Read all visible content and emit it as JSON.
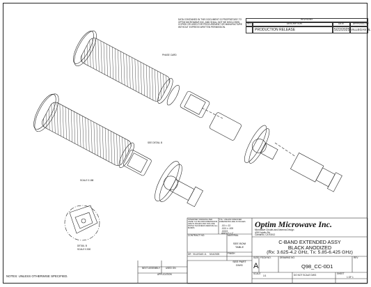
{
  "revisions": {
    "header": "REVISIONS",
    "col_rev": "REV",
    "col_desc": "DESCRIPTION",
    "col_date": "DATE",
    "col_approved": "APPROVED BY",
    "row_desc": "PRODUCTION RELEASE",
    "row_date": "5/22/2025",
    "row_approved": "VILLEGAS JL"
  },
  "proprietary_note": "DATA CONTAINED IN THIS DOCUMENT IS PROPRIETARY TO OPTIM MICROWAVE INC. AND SHALL NOT BE DISCLOSED, COPIED OR USED FOR PROCUREMENT OR MANUFACTURE WITHOUT EXPRESS WRITTEN PERMISSION.",
  "callouts": {
    "phase_card": "PHASE CARD",
    "see_detail": "SEE DETAIL  B",
    "scale_main": "SCALE  0.188",
    "detail_b": "DETAIL  B",
    "detail_scale": "SCALE  0.500"
  },
  "notes": "NOTES: UNLESS OTHERWISE SPECIFIED.",
  "tolerances": {
    "title": "TOL. UNLESS SPECIFIED DIMENSIONS ARE IN INCHES",
    "xx": ".XX    ± .02",
    "xxx": ".XXX   ± .005",
    "xxxx": ".XXXX",
    "angle": "ANGLE   ± 1°"
  },
  "interpret_note": "INTERPRET DRAWING PER ASME Y14.5M-2009 DIMENSIONS ARE IN INCHES AND INCLUDE FINISH THICKNESS REMOVE ALL BURRS",
  "material_label": "MATERIAL",
  "material_value": "SEE BOM TABLE",
  "finish_label": "FINISH",
  "finish_value": "SEE PART DWG",
  "contract_label": "CONTRACT NO.",
  "approvals": {
    "dr_label": "DR",
    "dr_name": "VILLEGAS JL",
    "dr_date": "5/14/2025"
  },
  "next_assembly_label": "NEXT ASSEMBLY",
  "used_on_label": "USED ON",
  "application_label": "APPLICATION",
  "company": {
    "name": "Optim Microwave Inc.",
    "sub1": "Microwave Circuits and Antenna Design",
    "sub2": "4020 Adolfo Rd",
    "sub3": "Camarillo, CA 93012"
  },
  "title_lines": [
    "C-BAND EXTENDED ASSY",
    "BLACK ANODIZED",
    "(Rx: 3.625-4.2 GHz, Tx: 5.85-6.425 GHz)"
  ],
  "size_label": "SIZE",
  "size_value": "A",
  "fscm_label": "FSCM NO.",
  "dwg_label": "DRAWING NO.",
  "dwg_value": "Q98_CC-0D1",
  "rev_label": "REV",
  "scale_label": "SCALE",
  "scale_value": "1/1",
  "do_not_scale": "DO NOT SCALE DWG",
  "sheet_label": "SHEET",
  "sheet_value": "1 OF 1"
}
